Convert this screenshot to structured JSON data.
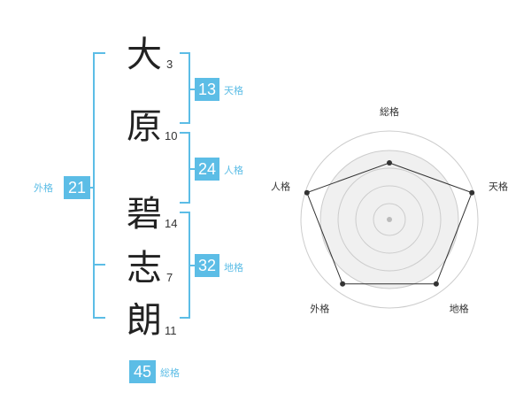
{
  "name": {
    "chars": [
      {
        "char": "大",
        "strokes": "3"
      },
      {
        "char": "原",
        "strokes": "10"
      },
      {
        "char": "碧",
        "strokes": "14"
      },
      {
        "char": "志",
        "strokes": "7"
      },
      {
        "char": "朗",
        "strokes": "11"
      }
    ]
  },
  "kaku": {
    "tenkaku": {
      "label": "天格",
      "value": "13"
    },
    "jinkaku": {
      "label": "人格",
      "value": "24"
    },
    "chikaku": {
      "label": "地格",
      "value": "32"
    },
    "gaikaku": {
      "label": "外格",
      "value": "21"
    },
    "soukaku": {
      "label": "総格",
      "value": "45"
    }
  },
  "chart_data": {
    "type": "radar",
    "axes": [
      "総格",
      "天格",
      "地格",
      "外格",
      "人格"
    ],
    "values": [
      0.64,
      0.98,
      0.9,
      0.9,
      0.98
    ],
    "range": [
      0,
      1
    ],
    "rings": 4,
    "colors": {
      "accent": "#5cbde6",
      "line": "#333333",
      "fill": "#f0f0f0",
      "ring": "#cccccc"
    }
  }
}
